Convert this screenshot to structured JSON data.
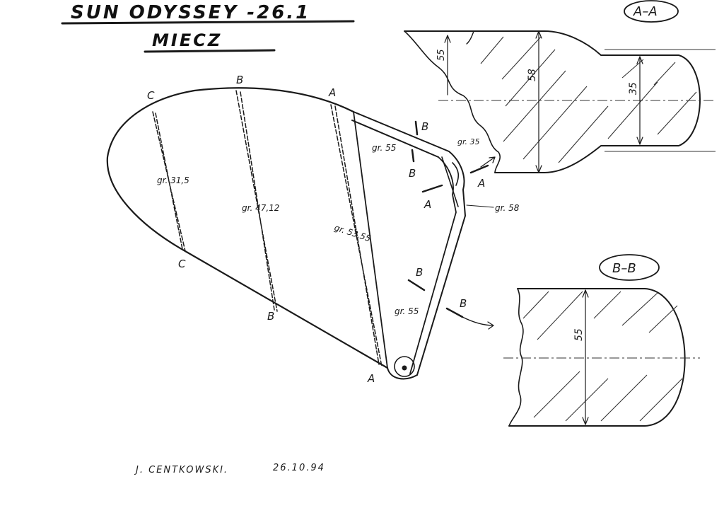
{
  "title": {
    "line1": "SUN ODYSSEY -26.1",
    "line2": "MIECZ"
  },
  "sections": {
    "aa": {
      "label": "A–A",
      "dim_total": "58",
      "dim_left": "55",
      "dim_right": "35"
    },
    "bb": {
      "label": "B–B",
      "dim": "55"
    }
  },
  "keel": {
    "points": {
      "c_top": "C",
      "b_top": "B",
      "a_top": "A",
      "c_bottom": "C",
      "b_bottom": "B",
      "a_bottom": "A"
    },
    "thickness": {
      "cc": "gr. 31,5",
      "bb": "gr. 47,12",
      "aa": "gr. 53,55"
    },
    "strip": {
      "top": "gr. 55",
      "tip": "gr. 35",
      "bottom": "gr. 55",
      "edge": "gr. 58"
    },
    "cut_marks": {
      "b_upper_top": "B",
      "b_upper_bottom": "B",
      "a_right": "A",
      "a_left": "A",
      "b_lower_top": "B",
      "b_lower_bottom": "B"
    }
  },
  "signature": {
    "author": "J. CENTKOWSKI.",
    "date": "26.10.94"
  }
}
